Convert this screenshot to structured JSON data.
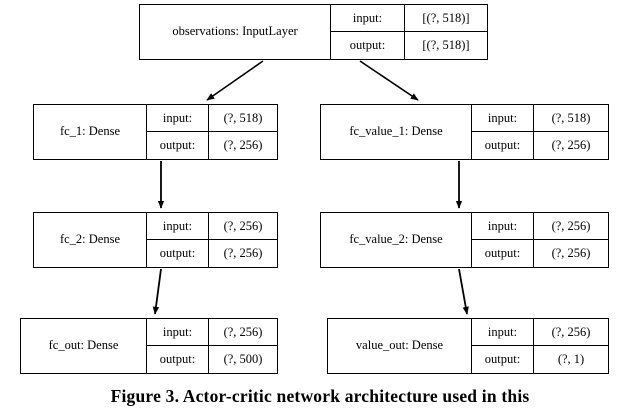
{
  "figure": {
    "caption": "Figure 3. Actor-critic network architecture used in this",
    "background_color": "#ffffff",
    "line_color": "#000000"
  },
  "labels": {
    "input": "input:",
    "output": "output:"
  },
  "nodes": [
    {
      "id": "observations",
      "name": "observations: InputLayer",
      "input_label": "input:",
      "input_value": "[(?, 518)]",
      "output_label": "output:",
      "output_value": "[(?, 518)]"
    },
    {
      "id": "fc_1",
      "name": "fc_1: Dense",
      "input_label": "input:",
      "input_value": "(?, 518)",
      "output_label": "output:",
      "output_value": "(?, 256)"
    },
    {
      "id": "fc_value_1",
      "name": "fc_value_1: Dense",
      "input_label": "input:",
      "input_value": "(?, 518)",
      "output_label": "output:",
      "output_value": "(?, 256)"
    },
    {
      "id": "fc_2",
      "name": "fc_2: Dense",
      "input_label": "input:",
      "input_value": "(?, 256)",
      "output_label": "output:",
      "output_value": "(?, 256)"
    },
    {
      "id": "fc_value_2",
      "name": "fc_value_2: Dense",
      "input_label": "input:",
      "input_value": "(?, 256)",
      "output_label": "output:",
      "output_value": "(?, 256)"
    },
    {
      "id": "fc_out",
      "name": "fc_out: Dense",
      "input_label": "input:",
      "input_value": "(?, 256)",
      "output_label": "output:",
      "output_value": "(?, 500)"
    },
    {
      "id": "value_out",
      "name": "value_out: Dense",
      "input_label": "input:",
      "input_value": "(?, 256)",
      "output_label": "output:",
      "output_value": "(?, 1)"
    }
  ],
  "edges": [
    {
      "from": "observations",
      "to": "fc_1"
    },
    {
      "from": "observations",
      "to": "fc_value_1"
    },
    {
      "from": "fc_1",
      "to": "fc_2"
    },
    {
      "from": "fc_value_1",
      "to": "fc_value_2"
    },
    {
      "from": "fc_2",
      "to": "fc_out"
    },
    {
      "from": "fc_value_2",
      "to": "value_out"
    }
  ]
}
